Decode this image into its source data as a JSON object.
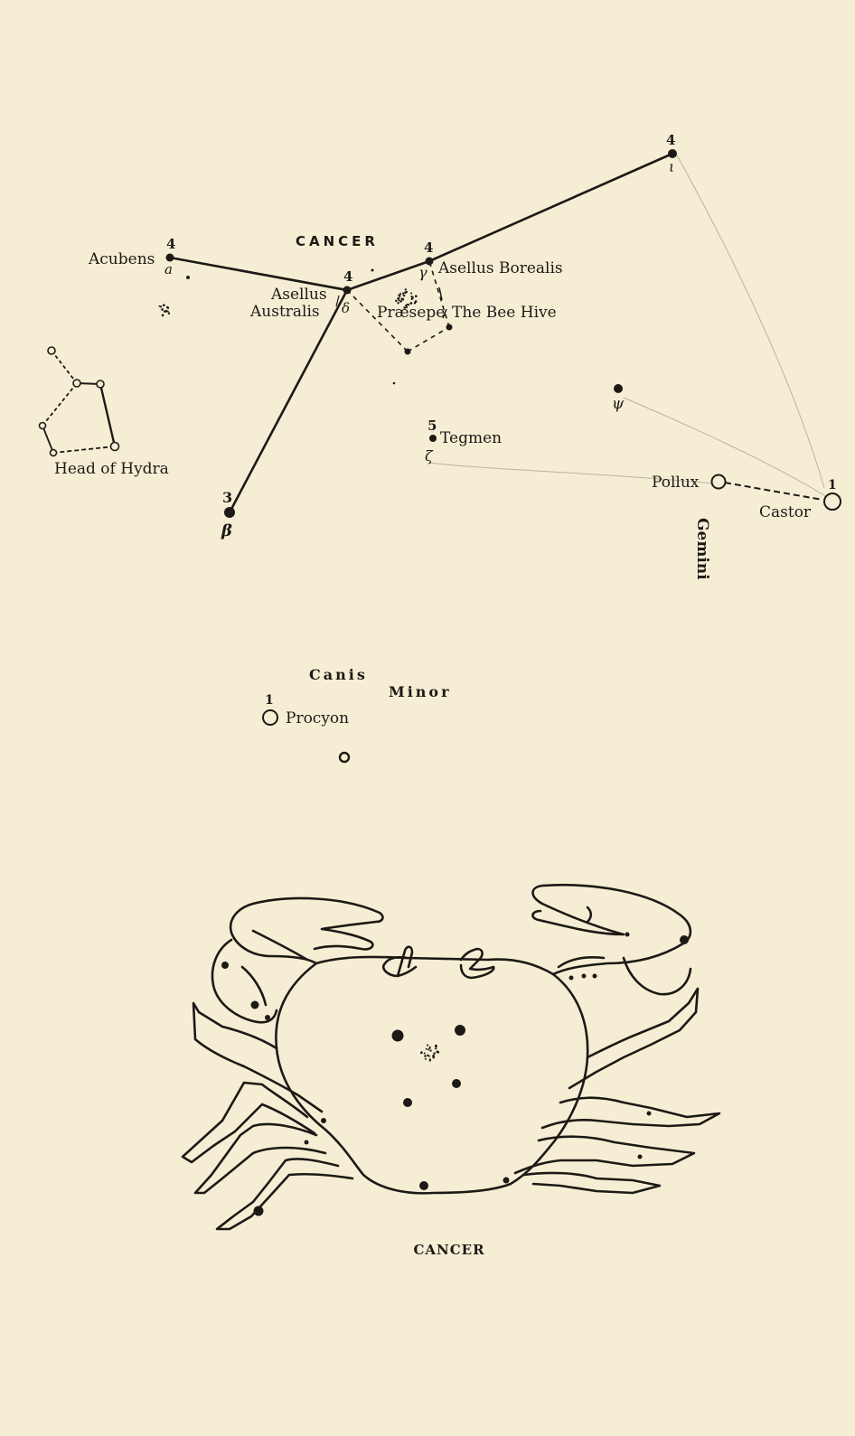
{
  "constellation": {
    "name": "CANCER",
    "stars": {
      "iota": {
        "magnitude": "4",
        "greek": "ι"
      },
      "gamma": {
        "magnitude": "4",
        "greek": "γ",
        "name": "Asellus Borealis"
      },
      "delta": {
        "magnitude": "4",
        "greek": "δ",
        "name_line1": "Asellus",
        "name_line2": "Australis"
      },
      "alpha": {
        "magnitude": "4",
        "greek": "a",
        "name": "Acubens"
      },
      "beta": {
        "magnitude": "3",
        "greek": "β"
      },
      "zeta": {
        "magnitude": "5",
        "greek": "ζ",
        "name": "Tegmen"
      },
      "psi": {
        "greek": "ψ"
      }
    },
    "cluster": {
      "name": "Præsepe",
      "alias": "The Bee Hive"
    }
  },
  "neighbors": {
    "hydra_head": "Head of Hydra",
    "gemini": {
      "name": "Gemini",
      "pollux": "Pollux",
      "castor": "Castor",
      "castor_magnitude": "1"
    },
    "canis_minor": {
      "name_word1": "Canis",
      "name_word2": "Minor",
      "procyon": "Procyon",
      "procyon_magnitude": "1"
    }
  },
  "caption": "CANCER",
  "colors": {
    "paper": "#f6eed4",
    "ink": "#1c1a16",
    "faint_line": "#b9b3a3"
  }
}
